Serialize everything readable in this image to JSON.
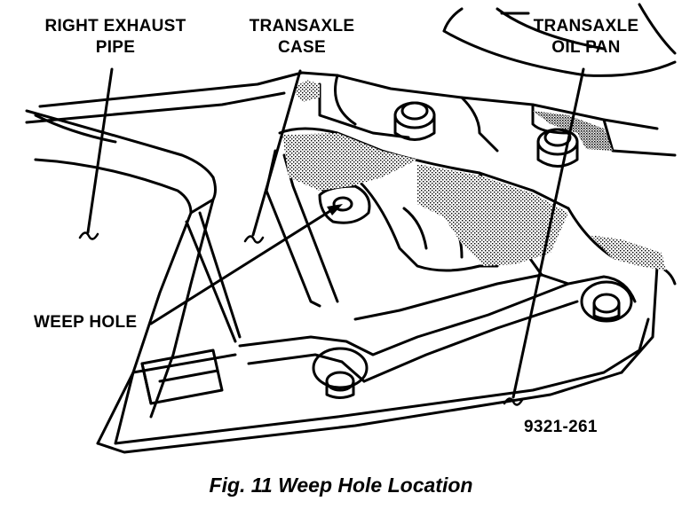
{
  "labels": {
    "exhaust_line1": "RIGHT EXHAUST",
    "exhaust_line2": "PIPE",
    "case_line1": "TRANSAXLE",
    "case_line2": "CASE",
    "pan_line1": "TRANSAXLE",
    "pan_line2": "OIL PAN",
    "weep_hole": "WEEP HOLE",
    "figure_number": "9321-261"
  },
  "caption": "Fig. 11 Weep Hole Location"
}
